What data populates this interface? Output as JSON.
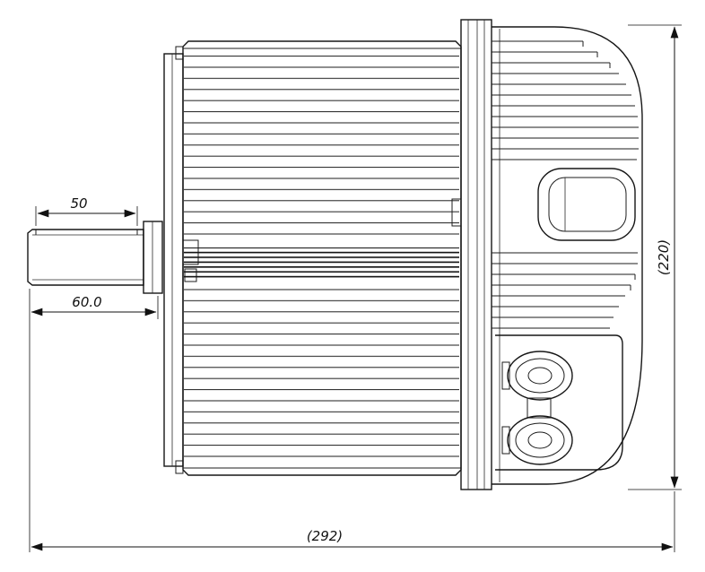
{
  "drawing": {
    "type": "mechanical-side-view-motor",
    "line_color": "#161616",
    "background": "#ffffff"
  },
  "dimensions": {
    "key_length": "50",
    "shaft_length": "60.0",
    "overall_height": "(220)",
    "overall_length": "(292)"
  }
}
